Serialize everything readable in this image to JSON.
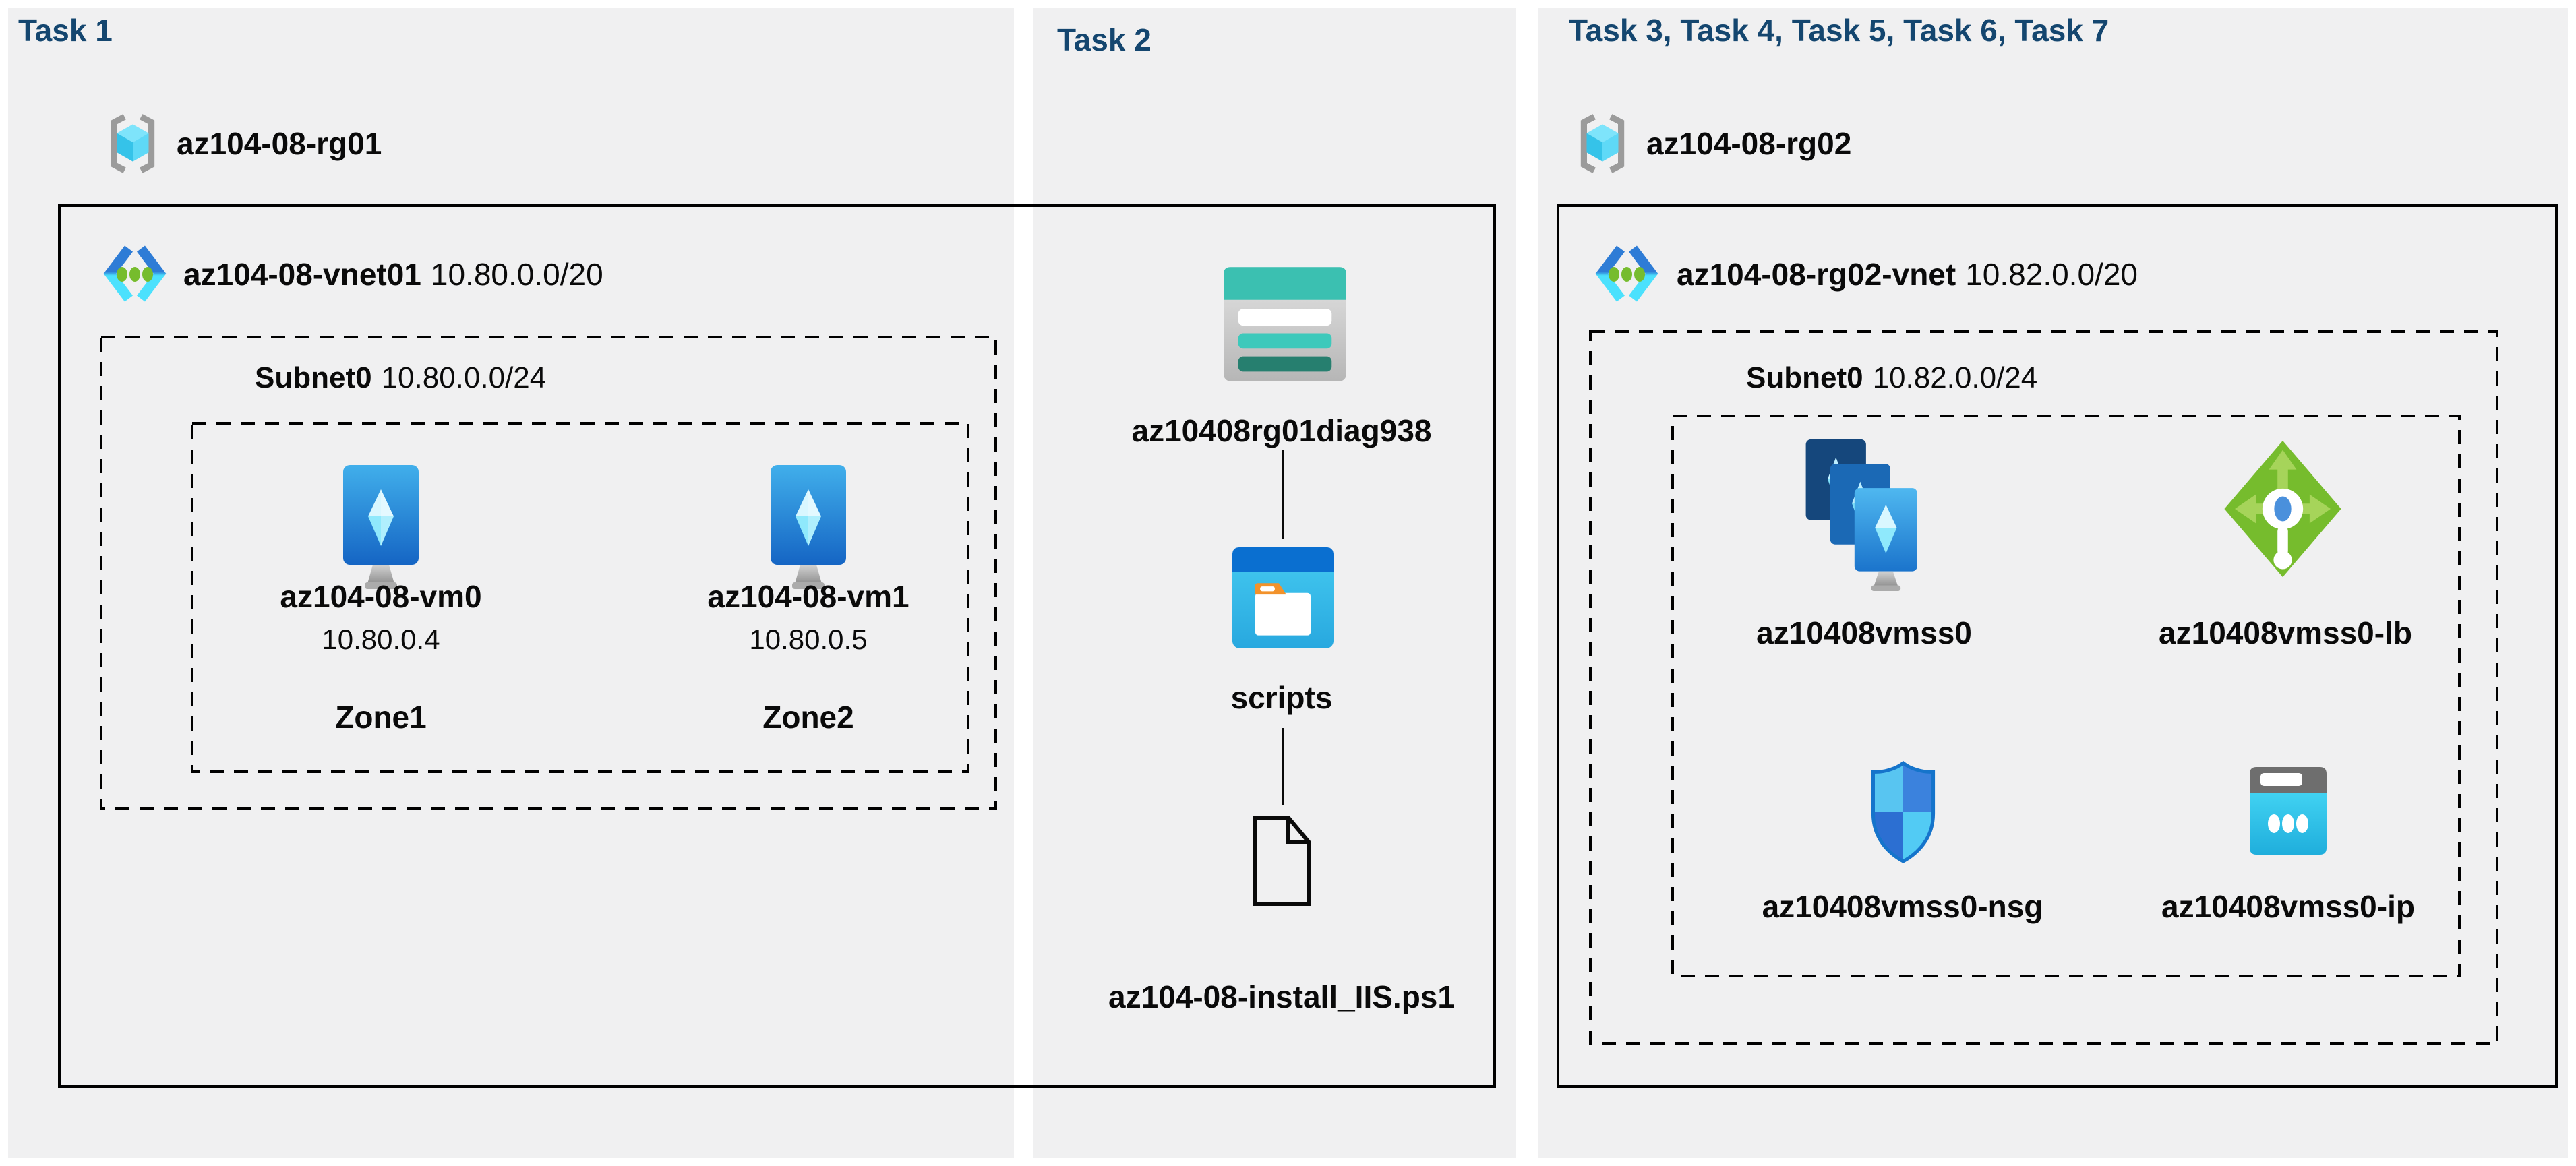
{
  "colors": {
    "panel_bg": "#f0f0f1",
    "task_header": "#14466F",
    "label_text": "#0a0a0a",
    "azure_blue": "#2E7CD6",
    "azure_cyan": "#50E6FF",
    "vnet_green_dot": "#76BC2D",
    "storage_teal": "#3BC0B1",
    "folder_orange": "#F2922B",
    "lb_green": "#76BC2D",
    "box_border": "#000000"
  },
  "panel1": {
    "header": "Task 1",
    "rg_name": "az104-08-rg01",
    "vnet_name": "az104-08-vnet01",
    "vnet_cidr": "10.80.0.0/20",
    "subnet_name": "Subnet0",
    "subnet_cidr": "10.80.0.0/24",
    "vm0_name": "az104-08-vm0",
    "vm0_ip": "10.80.0.4",
    "vm0_zone": "Zone1",
    "vm1_name": "az104-08-vm1",
    "vm1_ip": "10.80.0.5",
    "vm1_zone": "Zone2"
  },
  "panel2": {
    "header": "Task 2",
    "storage_account": "az10408rg01diag938",
    "container": "scripts",
    "file": "az104-08-install_IIS.ps1"
  },
  "panel3": {
    "header": "Task 3, Task 4, Task 5, Task 6, Task 7",
    "rg_name": "az104-08-rg02",
    "vnet_name": "az104-08-rg02-vnet",
    "vnet_cidr": "10.82.0.0/20",
    "subnet_name": "Subnet0",
    "subnet_cidr": "10.82.0.0/24",
    "vmss_name": "az10408vmss0",
    "lb_name": "az10408vmss0-lb",
    "nsg_name": "az10408vmss0-nsg",
    "pip_name": "az10408vmss0-ip"
  }
}
